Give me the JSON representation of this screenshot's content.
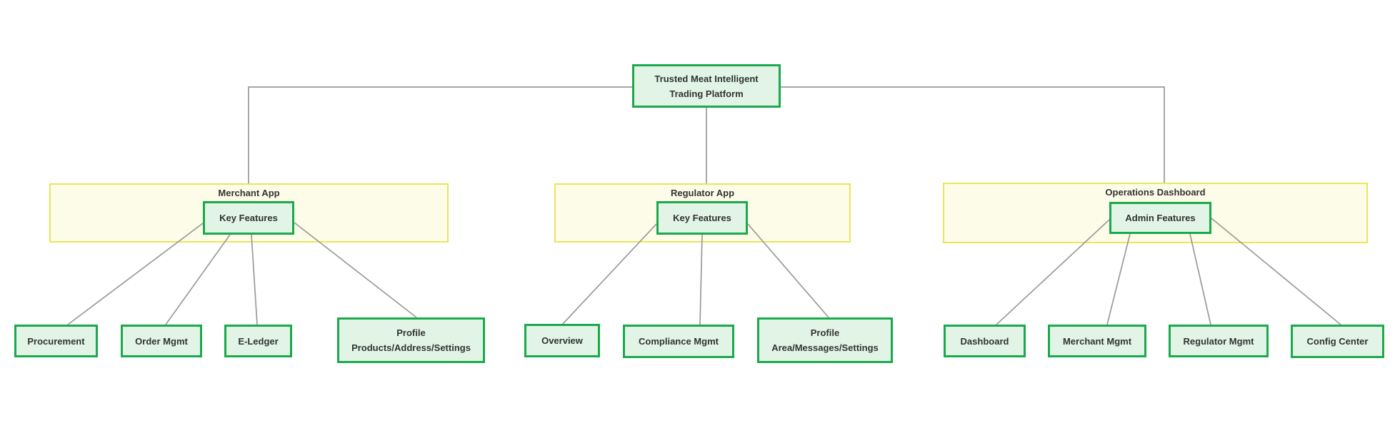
{
  "root": {
    "line1": "Trusted Meat Intelligent",
    "line2": "Trading Platform"
  },
  "groups": [
    {
      "title": "Merchant App",
      "hub": "Key Features",
      "children": [
        {
          "label": "Procurement"
        },
        {
          "label": "Order Mgmt"
        },
        {
          "label": "E-Ledger"
        },
        {
          "line1": "Profile",
          "line2": "Products/Address/Settings"
        }
      ]
    },
    {
      "title": "Regulator App",
      "hub": "Key Features",
      "children": [
        {
          "label": "Overview"
        },
        {
          "label": "Compliance Mgmt"
        },
        {
          "line1": "Profile",
          "line2": "Area/Messages/Settings"
        }
      ]
    },
    {
      "title": "Operations Dashboard",
      "hub": "Admin Features",
      "children": [
        {
          "label": "Dashboard"
        },
        {
          "label": "Merchant Mgmt"
        },
        {
          "label": "Regulator Mgmt"
        },
        {
          "label": "Config Center"
        }
      ]
    }
  ],
  "colors": {
    "node_border": "#1aaa4c",
    "node_fill": "#e1f4e6",
    "container_border": "#e8e65a",
    "container_fill": "#fdfce8",
    "connector": "#9a9a9a",
    "text": "#333333",
    "background": "#ffffff"
  }
}
